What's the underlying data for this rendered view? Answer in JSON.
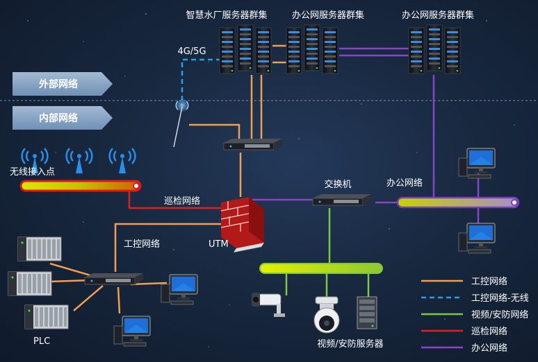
{
  "zones": {
    "external": "外部网络",
    "internal": "内部网络"
  },
  "clusters": {
    "smart_water": "智慧水厂服务器群集",
    "office_1": "办公网服务器群集",
    "office_2": "办公网服务器群集"
  },
  "labels": {
    "cellular": "4G/5G",
    "wireless_ap": "无线接入点",
    "patrol_network": "巡检网络",
    "industrial_network": "工控网络",
    "utm": "UTM",
    "switch": "交换机",
    "office_network": "办公网络",
    "plc": "PLC",
    "video_server": "视频/安防服务器"
  },
  "legend": [
    {
      "label": "工控网络",
      "color": "#f0a050",
      "style": "solid"
    },
    {
      "label": "工控网络-无线",
      "color": "#2a9ee8",
      "style": "dashed"
    },
    {
      "label": "视频/安防网络",
      "color": "#7ec844",
      "style": "solid"
    },
    {
      "label": "巡检网络",
      "color": "#e02020",
      "style": "solid"
    },
    {
      "label": "办公网络",
      "color": "#8a44c8",
      "style": "solid"
    }
  ],
  "colors": {
    "industrial": "#f0a050",
    "wireless": "#2a9ee8",
    "video": "#7ec844",
    "patrol": "#e02020",
    "office": "#8a44c8"
  }
}
